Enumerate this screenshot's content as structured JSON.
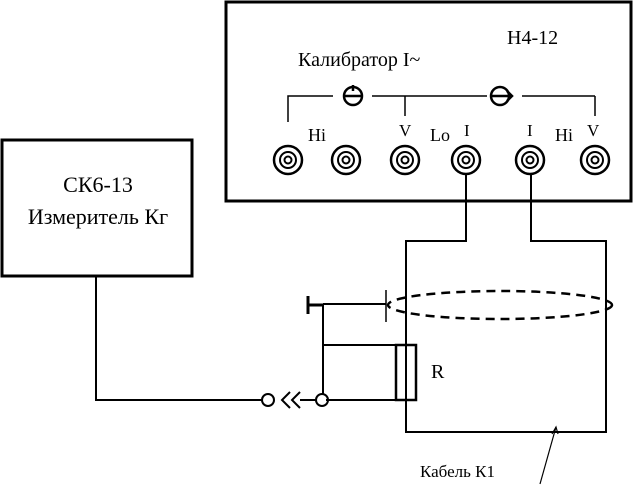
{
  "calibrator": {
    "model": "Н4-12",
    "title": "Калибратор I~",
    "terminals": {
      "hi_left": "Hi",
      "v_left": "V",
      "lo": "Lo",
      "i_left": "I",
      "i_right": "I",
      "hi_right": "Hi",
      "v_right": "V"
    }
  },
  "meter": {
    "model": "СК6-13",
    "name": "Измеритель Кг"
  },
  "resistor": {
    "label": "R"
  },
  "cable": {
    "label": "Кабель К1"
  }
}
